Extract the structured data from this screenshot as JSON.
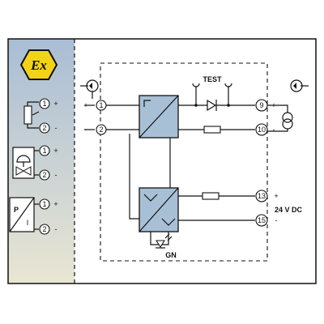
{
  "hazard_badge": {
    "symbol": "Ex"
  },
  "labels": {
    "test": "TEST",
    "supply": "24 V DC",
    "led": "GN",
    "converter_p": "P",
    "converter_i": "I"
  },
  "terminals": {
    "in_1": "1",
    "in_2": "2",
    "out_9": "9",
    "out_10": "10",
    "pwr_13": "13",
    "pwr_15": "15",
    "pot_1": "1",
    "pot_2": "2",
    "valve_1": "1",
    "valve_2": "2",
    "pi_1": "1",
    "pi_2": "2"
  },
  "signs": {
    "plus": "+",
    "minus": "-"
  },
  "colors": {
    "hazard_panel_top": "#a9bdd5",
    "hazard_panel_bottom": "#e9e6d3",
    "ex_badge_fill": "#f3d21a",
    "converter_fill": "#a8c0d6"
  }
}
